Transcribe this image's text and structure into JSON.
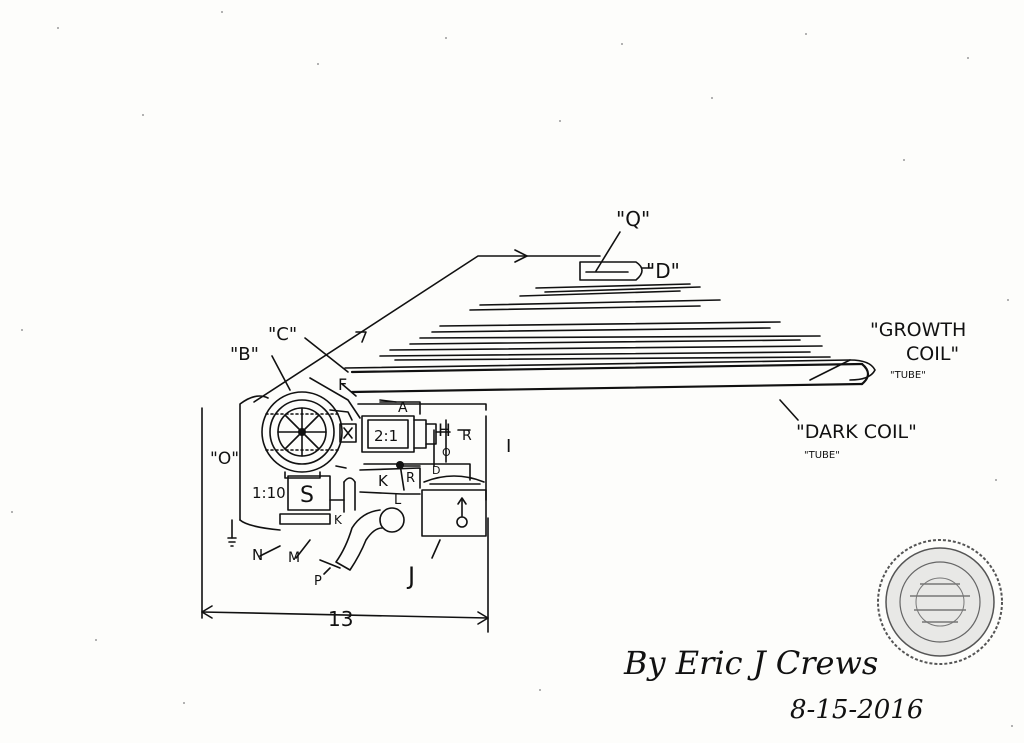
{
  "labels": {
    "q": "\"Q\"",
    "d": "\"D\"",
    "b": "\"B\"",
    "c": "\"C\"",
    "f": "F",
    "a": "A",
    "ratio_2_1": "2:1",
    "h": "H",
    "r_right": "R",
    "o_left": "\"O\"",
    "o_small": "O",
    "d_small": "D",
    "r_mid": "R",
    "i": "I",
    "ratio_1_10": "1:10",
    "s": "S",
    "k_upper": "K",
    "l": "L",
    "k_lower": "K",
    "n": "N",
    "m": "M",
    "p": "P",
    "j": "J",
    "dimension": "13"
  },
  "coils": {
    "growth_line1": "\"GROWTH",
    "growth_line2": "COIL\"",
    "growth_tube": "\"TUBE\"",
    "dark": "\"DARK COIL\"",
    "dark_tube": "\"TUBE\""
  },
  "signature": {
    "name": "By Eric J Crews",
    "date": "8-15-2016"
  },
  "icons": {
    "seal": "notary-seal-icon",
    "ground": "ground-symbol-icon"
  }
}
